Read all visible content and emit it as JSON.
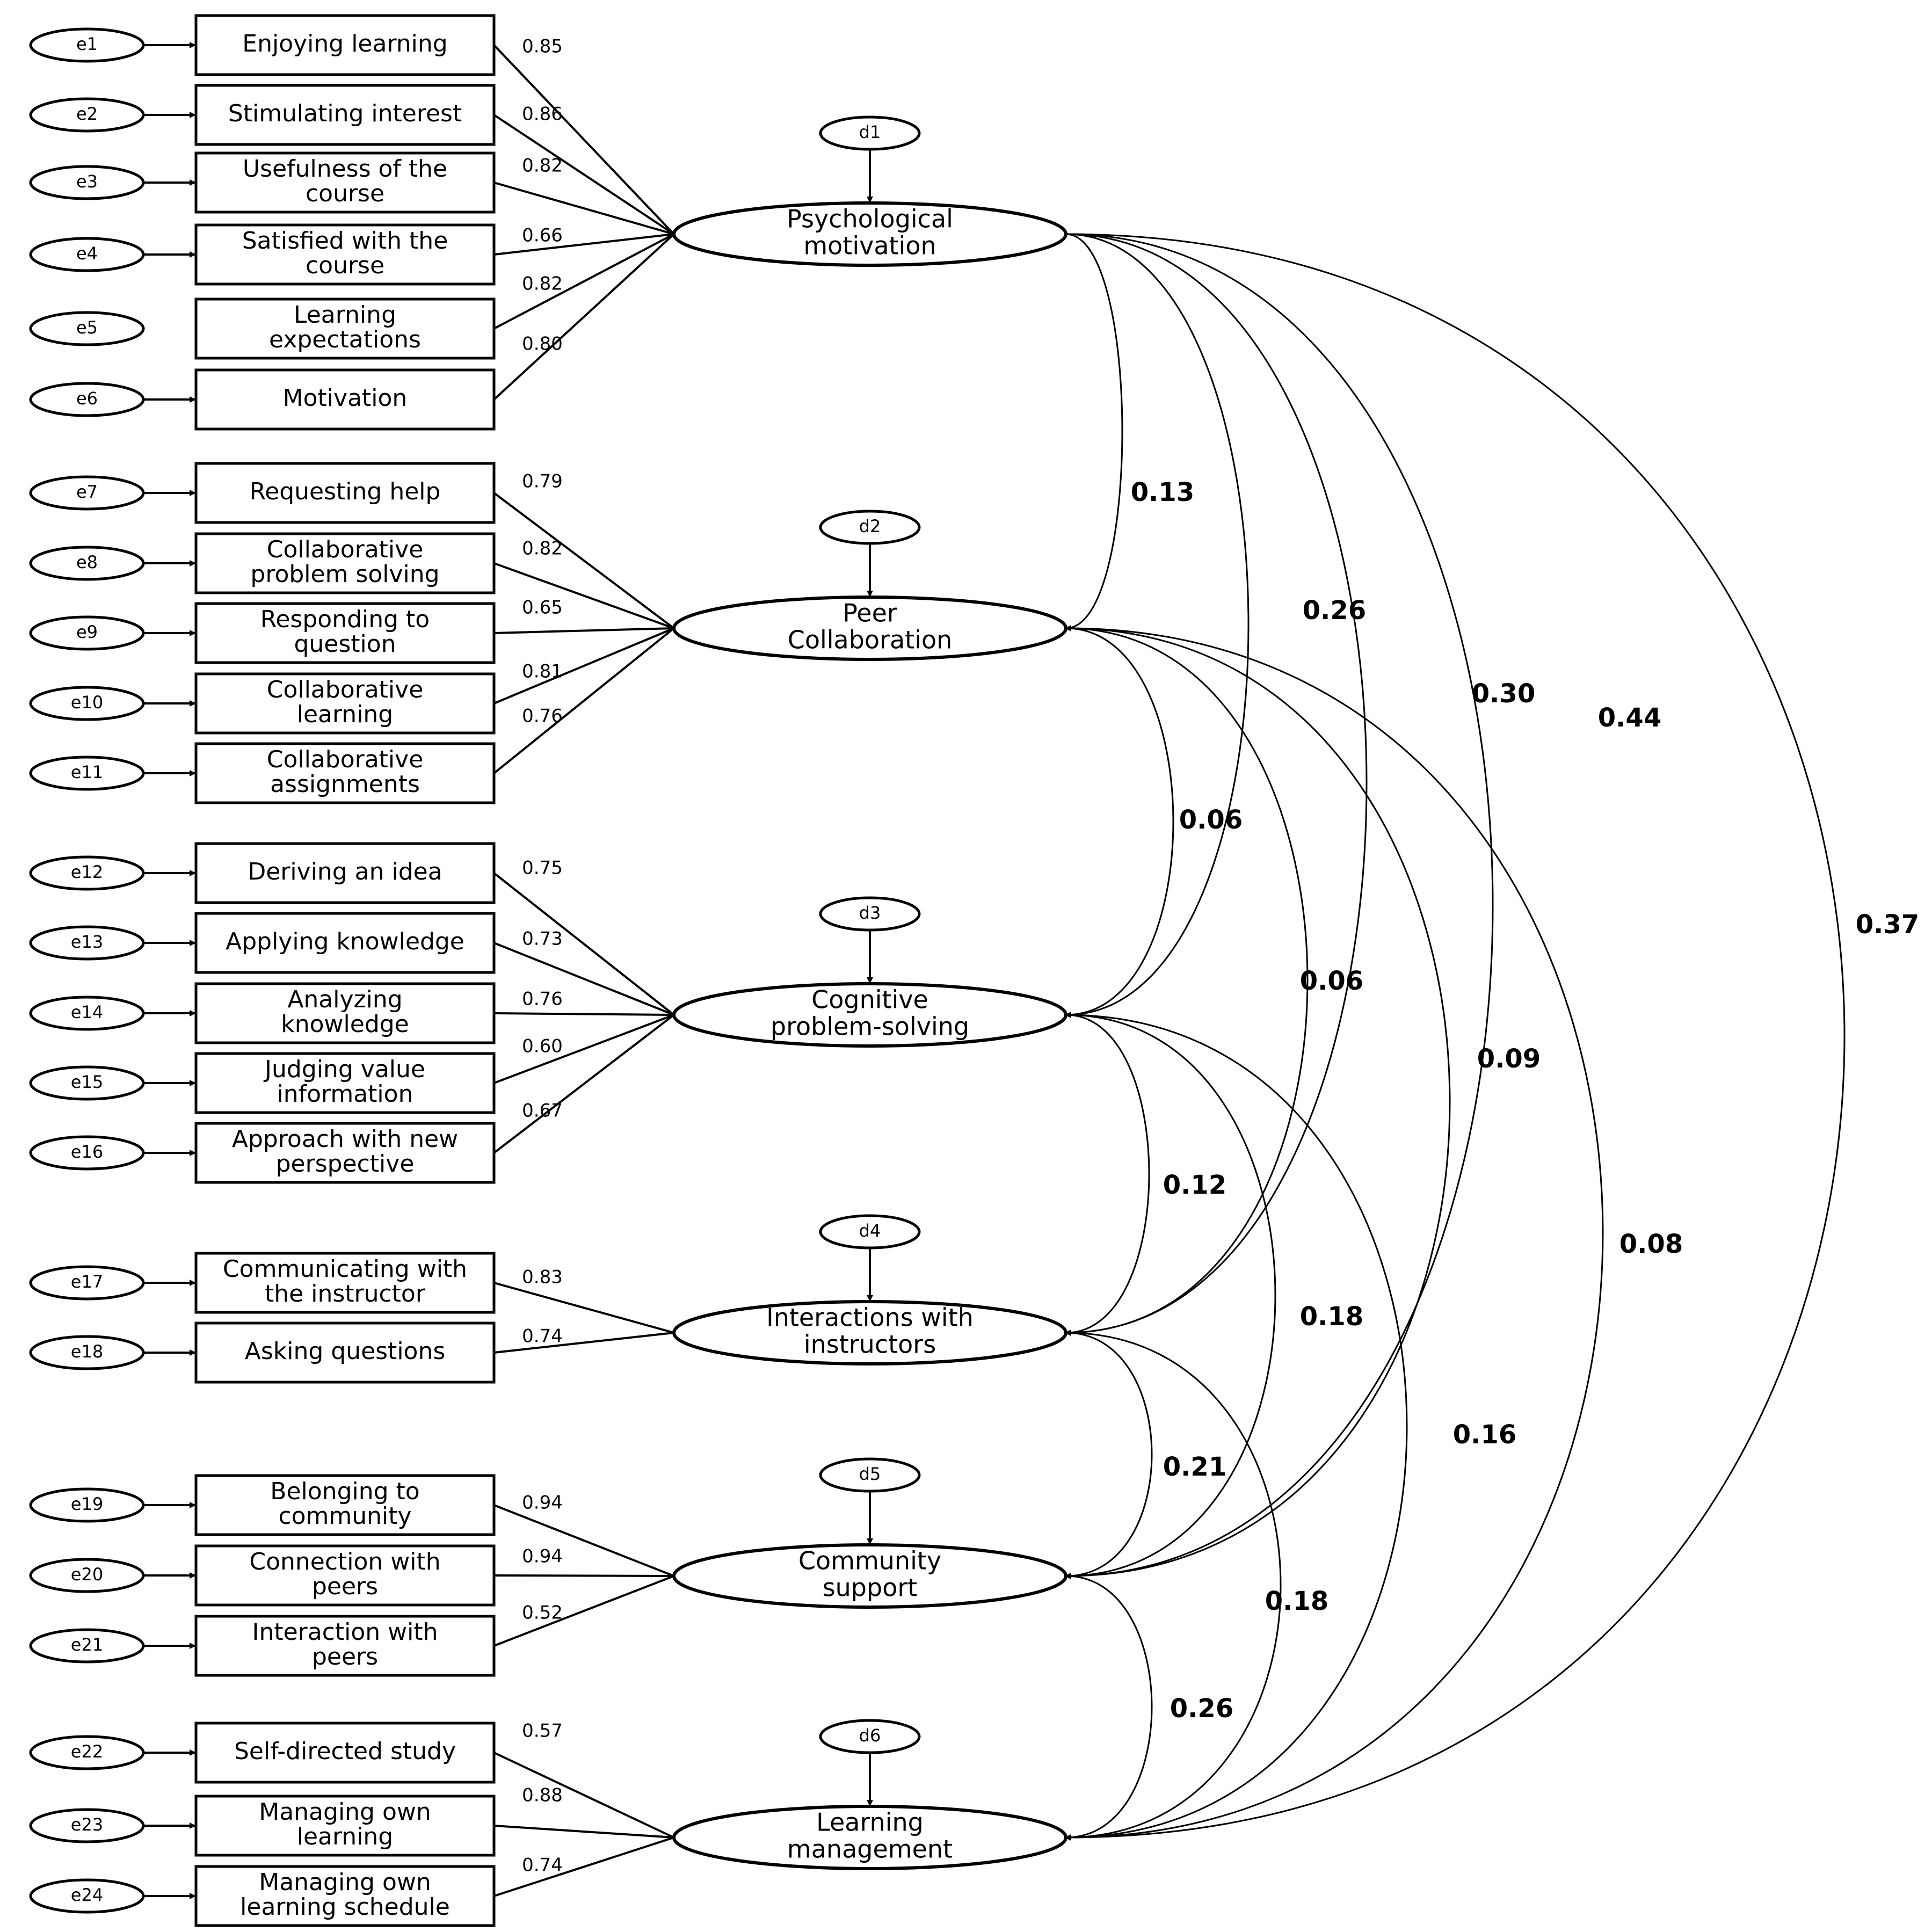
{
  "factors": [
    {
      "label": [
        "Psychological",
        "motivation"
      ],
      "disturbance": "d1",
      "indicators": [
        {
          "error": "e1",
          "label": [
            "Enjoying learning"
          ],
          "loading": "0.85",
          "arrow": true
        },
        {
          "error": "e2",
          "label": [
            "Stimulating interest"
          ],
          "loading": "0.86",
          "arrow": true
        },
        {
          "error": "e3",
          "label": [
            "Usefulness of the",
            "course"
          ],
          "loading": "0.82",
          "arrow": true
        },
        {
          "error": "e4",
          "label": [
            "Satisfied with the",
            "course"
          ],
          "loading": "0.66",
          "arrow": true
        },
        {
          "error": "e5",
          "label": [
            "Learning",
            "expectations"
          ],
          "loading": "0.82",
          "arrow": false
        },
        {
          "error": "e6",
          "label": [
            "Motivation"
          ],
          "loading": "0.80",
          "arrow": true
        }
      ]
    },
    {
      "label": [
        "Peer",
        "Collaboration"
      ],
      "disturbance": "d2",
      "indicators": [
        {
          "error": "e7",
          "label": [
            "Requesting help"
          ],
          "loading": "0.79",
          "arrow": true
        },
        {
          "error": "e8",
          "label": [
            "Collaborative",
            "problem solving"
          ],
          "loading": "0.82",
          "arrow": true
        },
        {
          "error": "e9",
          "label": [
            "Responding to",
            "question"
          ],
          "loading": "0.65",
          "arrow": true
        },
        {
          "error": "e10",
          "label": [
            "Collaborative",
            "learning"
          ],
          "loading": "0.81",
          "arrow": true
        },
        {
          "error": "e11",
          "label": [
            "Collaborative",
            "assignments"
          ],
          "loading": "0.76",
          "arrow": true
        }
      ]
    },
    {
      "label": [
        "Cognitive",
        "problem-solving"
      ],
      "disturbance": "d3",
      "indicators": [
        {
          "error": "e12",
          "label": [
            "Deriving an idea"
          ],
          "loading": "0.75",
          "arrow": true
        },
        {
          "error": "e13",
          "label": [
            "Applying knowledge"
          ],
          "loading": "0.73",
          "arrow": true
        },
        {
          "error": "e14",
          "label": [
            "Analyzing",
            "knowledge"
          ],
          "loading": "0.76",
          "arrow": true
        },
        {
          "error": "e15",
          "label": [
            "Judging value",
            "information"
          ],
          "loading": "0.60",
          "arrow": true
        },
        {
          "error": "e16",
          "label": [
            "Approach with new",
            "perspective"
          ],
          "loading": "0.67",
          "arrow": true
        }
      ]
    },
    {
      "label": [
        "Interactions with",
        "instructors"
      ],
      "disturbance": "d4",
      "indicators": [
        {
          "error": "e17",
          "label": [
            "Communicating with",
            "the instructor"
          ],
          "loading": "0.83",
          "arrow": true
        },
        {
          "error": "e18",
          "label": [
            "Asking questions"
          ],
          "loading": "0.74",
          "arrow": true
        }
      ]
    },
    {
      "label": [
        "Community",
        "support"
      ],
      "disturbance": "d5",
      "indicators": [
        {
          "error": "e19",
          "label": [
            "Belonging to",
            "community"
          ],
          "loading": "0.94",
          "arrow": true
        },
        {
          "error": "e20",
          "label": [
            "Connection with",
            "peers"
          ],
          "loading": "0.94",
          "arrow": true
        },
        {
          "error": "e21",
          "label": [
            "Interaction with",
            "peers"
          ],
          "loading": "0.52",
          "arrow": true
        }
      ]
    },
    {
      "label": [
        "Learning",
        "management"
      ],
      "disturbance": "d6",
      "indicators": [
        {
          "error": "e22",
          "label": [
            "Self-directed study"
          ],
          "loading": "0.57",
          "arrow": true
        },
        {
          "error": "e23",
          "label": [
            "Managing own",
            "learning"
          ],
          "loading": "0.88",
          "arrow": true
        },
        {
          "error": "e24",
          "label": [
            "Managing own",
            "learning schedule"
          ],
          "loading": "0.74",
          "arrow": true
        }
      ]
    }
  ],
  "correlations": [
    {
      "from": 0,
      "to": 1,
      "value": "0.13"
    },
    {
      "from": 0,
      "to": 2,
      "value": "0.26"
    },
    {
      "from": 0,
      "to": 3,
      "value": "0.30"
    },
    {
      "from": 0,
      "to": 4,
      "value": "0.44"
    },
    {
      "from": 0,
      "to": 5,
      "value": "0.37"
    },
    {
      "from": 1,
      "to": 2,
      "value": "0.06"
    },
    {
      "from": 1,
      "to": 3,
      "value": "0.06"
    },
    {
      "from": 1,
      "to": 4,
      "value": "0.09"
    },
    {
      "from": 1,
      "to": 5,
      "value": "0.08"
    },
    {
      "from": 2,
      "to": 3,
      "value": "0.12"
    },
    {
      "from": 2,
      "to": 4,
      "value": "0.18"
    },
    {
      "from": 2,
      "to": 5,
      "value": "0.16"
    },
    {
      "from": 3,
      "to": 4,
      "value": "0.21"
    },
    {
      "from": 3,
      "to": 5,
      "value": "0.18"
    },
    {
      "from": 4,
      "to": 5,
      "value": "0.26"
    }
  ]
}
